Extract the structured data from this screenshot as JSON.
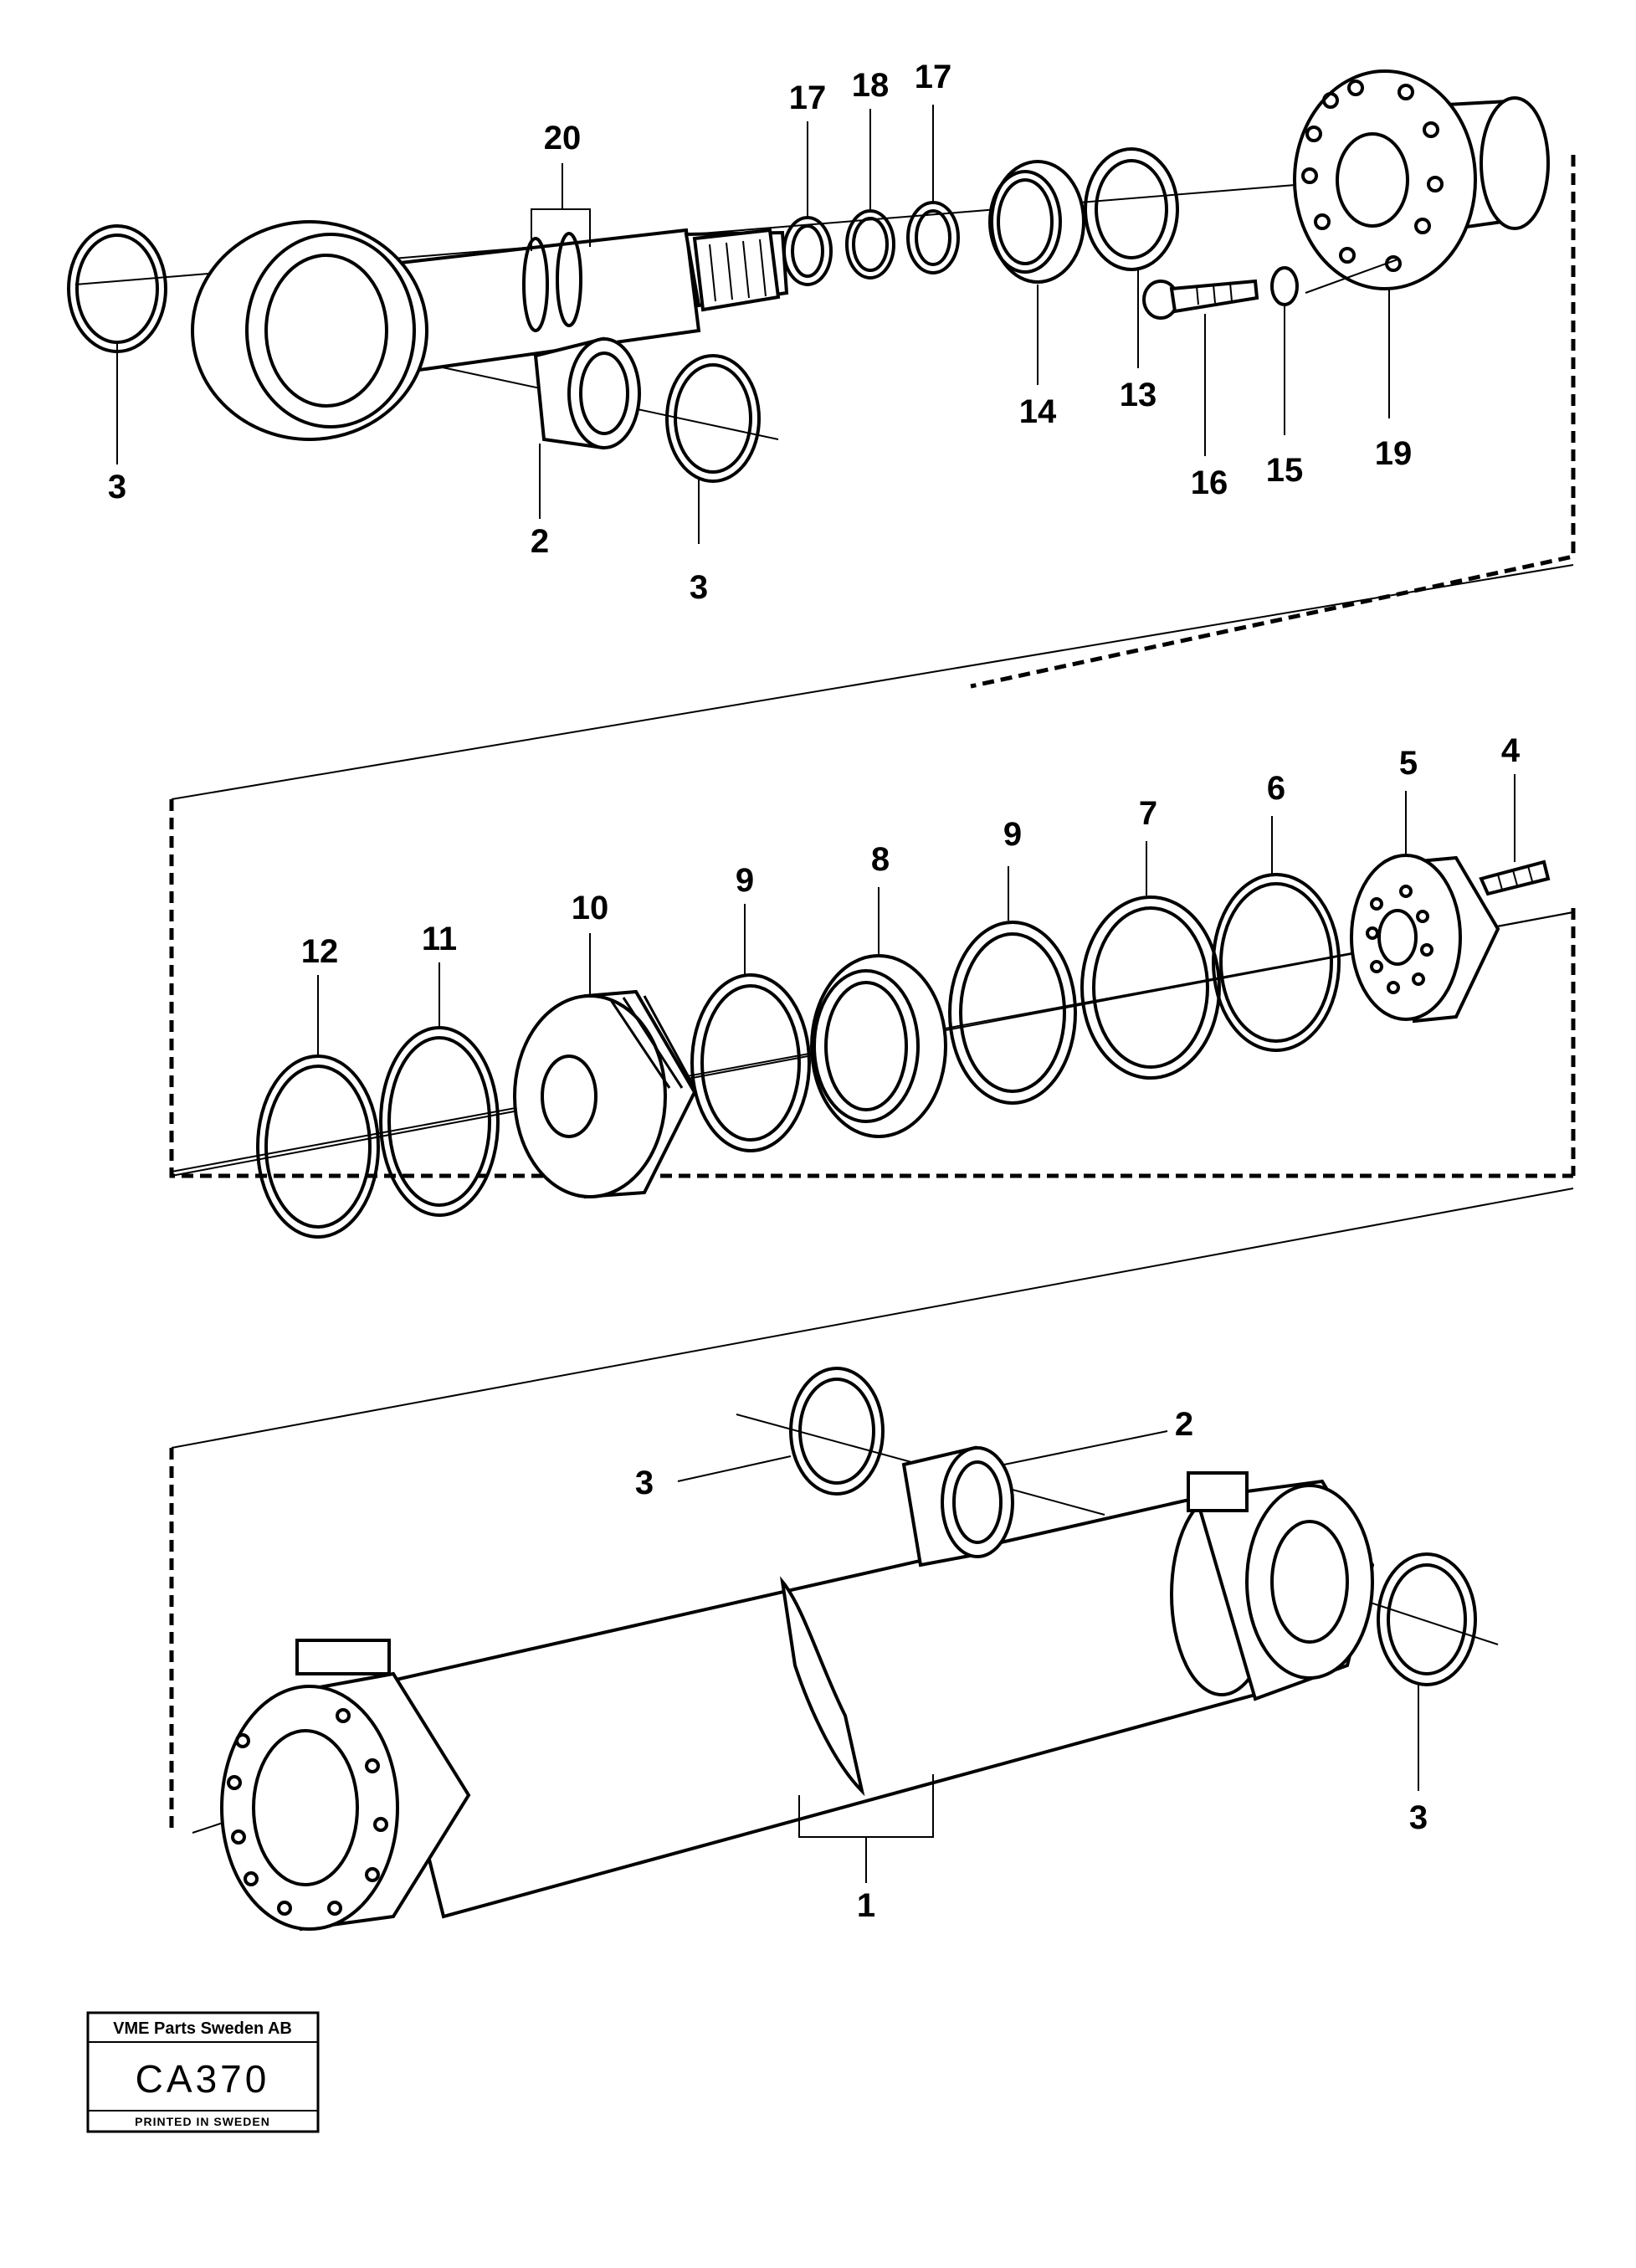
{
  "labels": {
    "p20": "20",
    "p17a": "17",
    "p18": "18",
    "p17b": "17",
    "p3_top_left": "3",
    "p2_top": "2",
    "p3_top_mid": "3",
    "p14": "14",
    "p13": "13",
    "p16": "16",
    "p15": "15",
    "p19": "19",
    "p12": "12",
    "p11": "11",
    "p10": "10",
    "p9a": "9",
    "p8": "8",
    "p9b": "9",
    "p7": "7",
    "p6": "6",
    "p5": "5",
    "p4": "4",
    "p3_bot_left": "3",
    "p2_bot": "2",
    "p3_bot_right": "3",
    "p1": "1"
  },
  "stamp": {
    "company": "VME Parts Sweden AB",
    "code": "CA370",
    "footer": "PRINTED IN SWEDEN"
  }
}
